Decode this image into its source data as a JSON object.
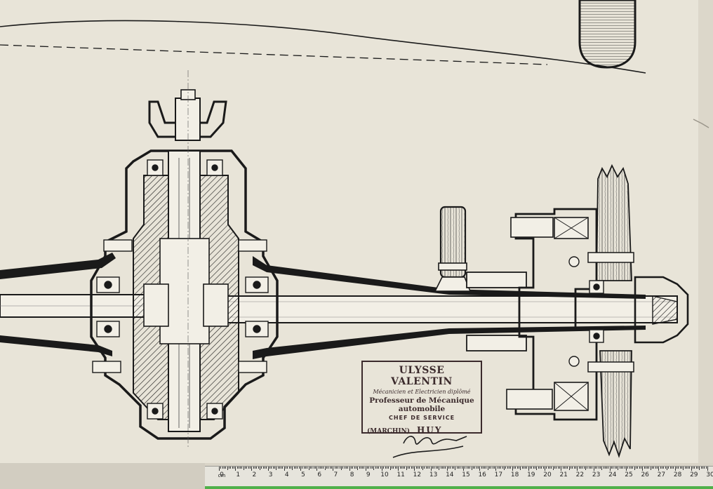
{
  "stamp": {
    "name": "ULYSSE VALENTIN",
    "line1": "Mécanicien et Electricien diplômé",
    "line2": "Professeur de Mécanique automobile",
    "line3": "CHEF DE SERVICE",
    "location": "(MARCHIN)",
    "city": "HUY"
  },
  "ruler": {
    "labels": [
      "0",
      "1",
      "2",
      "3",
      "4",
      "5",
      "6",
      "7",
      "8",
      "9",
      "10",
      "11",
      "12",
      "13",
      "14",
      "15",
      "16",
      "17",
      "18",
      "19",
      "20",
      "21",
      "22",
      "23",
      "24",
      "25",
      "26",
      "27",
      "28",
      "29",
      "30"
    ],
    "brand_mark": "cm"
  },
  "colors": {
    "paper": "#e8e4d8",
    "ink": "#1a1a1a",
    "stamp_ink": "#3b2a2c",
    "ruler_green": "#4fb04a"
  }
}
